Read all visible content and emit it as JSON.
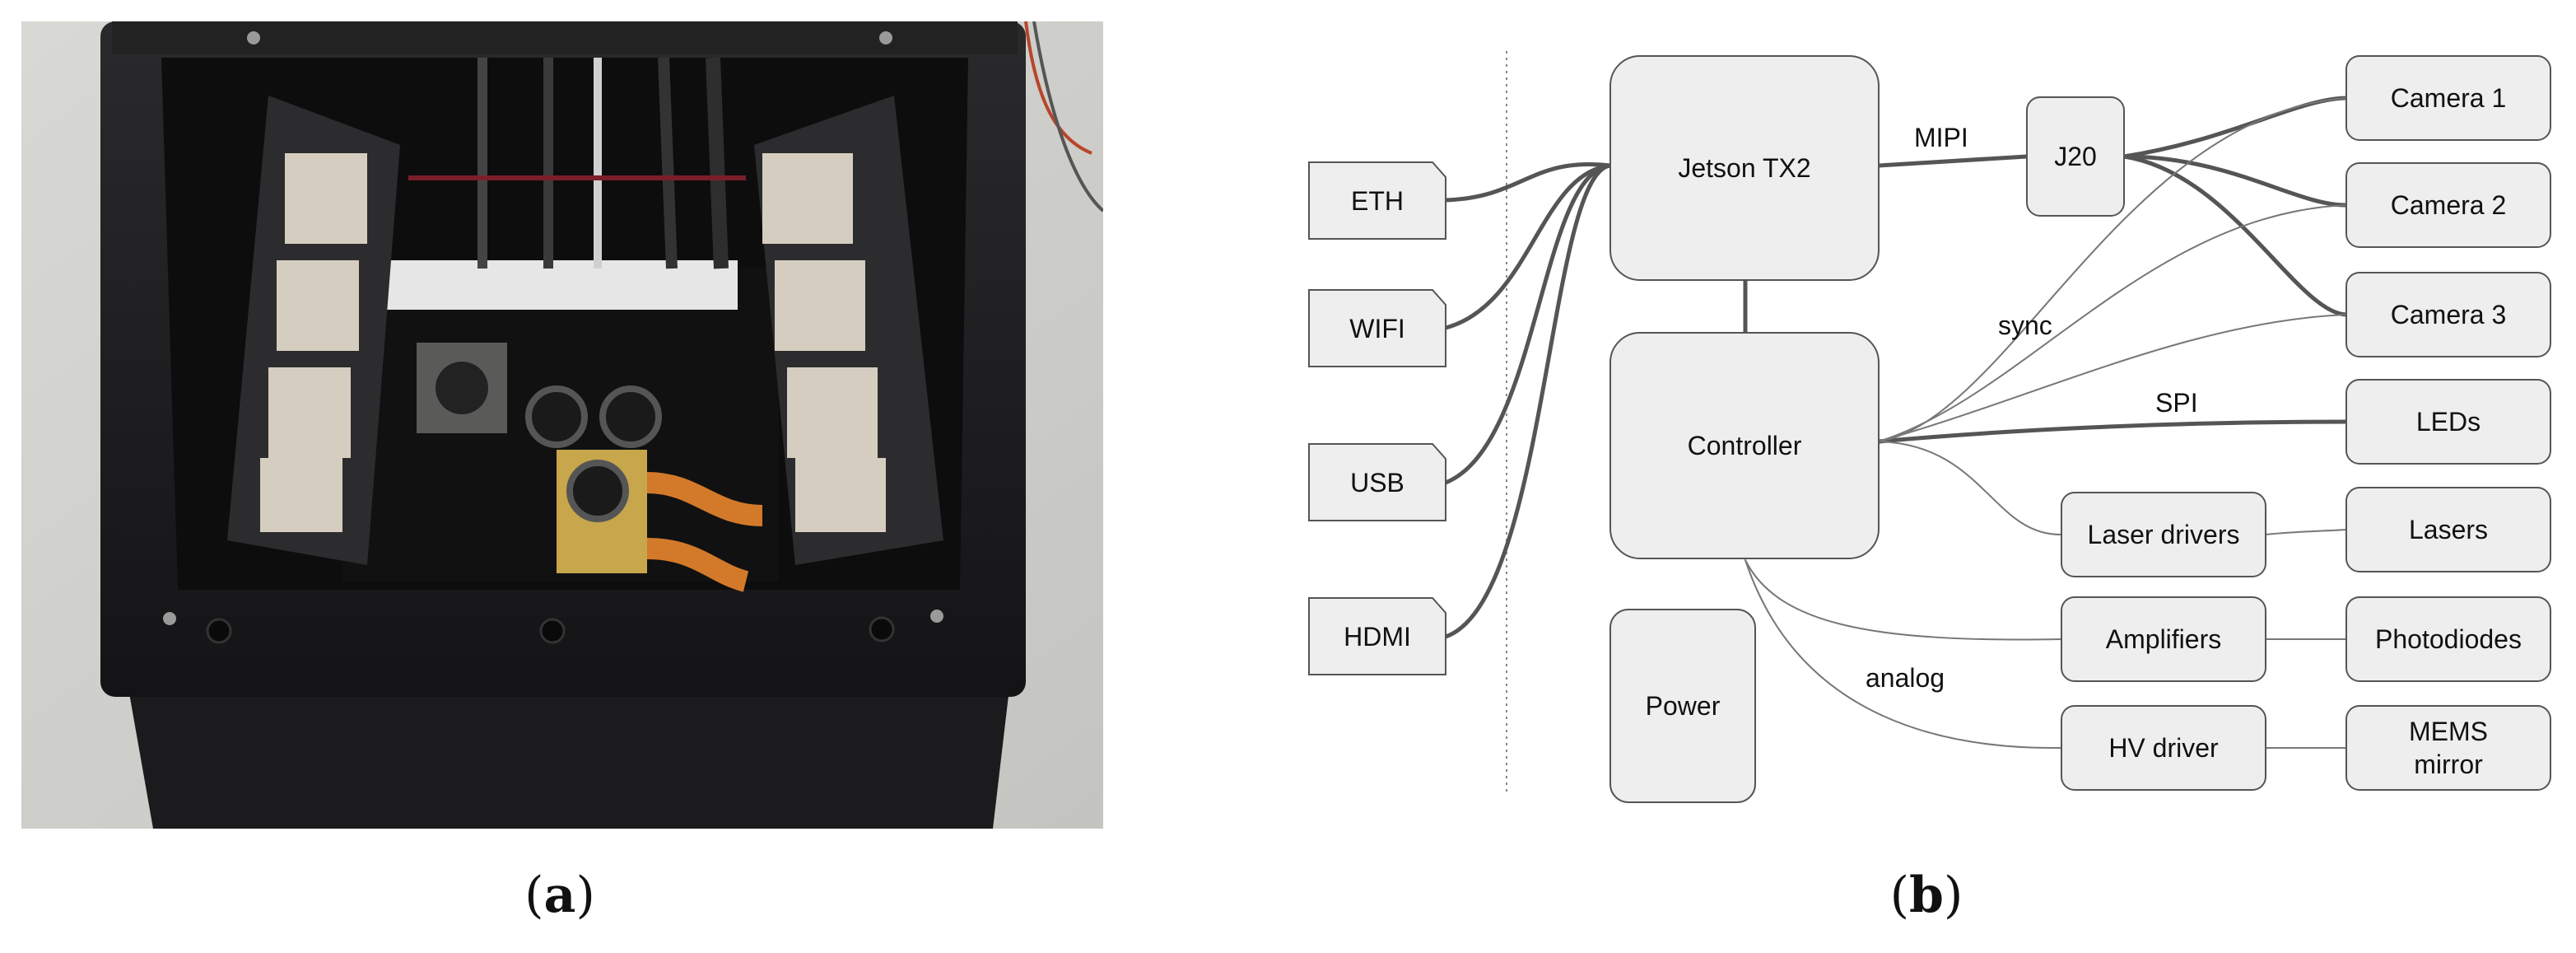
{
  "panels": {
    "a_label": "a",
    "b_label": "b"
  },
  "nodes": {
    "eth": "ETH",
    "wifi": "WIFI",
    "usb": "USB",
    "hdmi": "HDMI",
    "jetson": "Jetson TX2",
    "controller": "Controller",
    "power": "Power",
    "j20": "J20",
    "camera1": "Camera 1",
    "camera2": "Camera 2",
    "camera3": "Camera 3",
    "leds": "LEDs",
    "laser_drivers": "Laser drivers",
    "lasers": "Lasers",
    "amplifiers": "Amplifiers",
    "photodiodes": "Photodiodes",
    "hv_driver": "HV driver",
    "mems_line1": "MEMS",
    "mems_line2": "mirror"
  },
  "edge_labels": {
    "mipi": "MIPI",
    "sync": "sync",
    "spi": "SPI",
    "analog": "analog"
  },
  "colors": {
    "box_fill": "#eeeeee",
    "box_stroke": "#555555",
    "line": "#555555",
    "thin_line": "#777777",
    "divider": "#888888"
  }
}
